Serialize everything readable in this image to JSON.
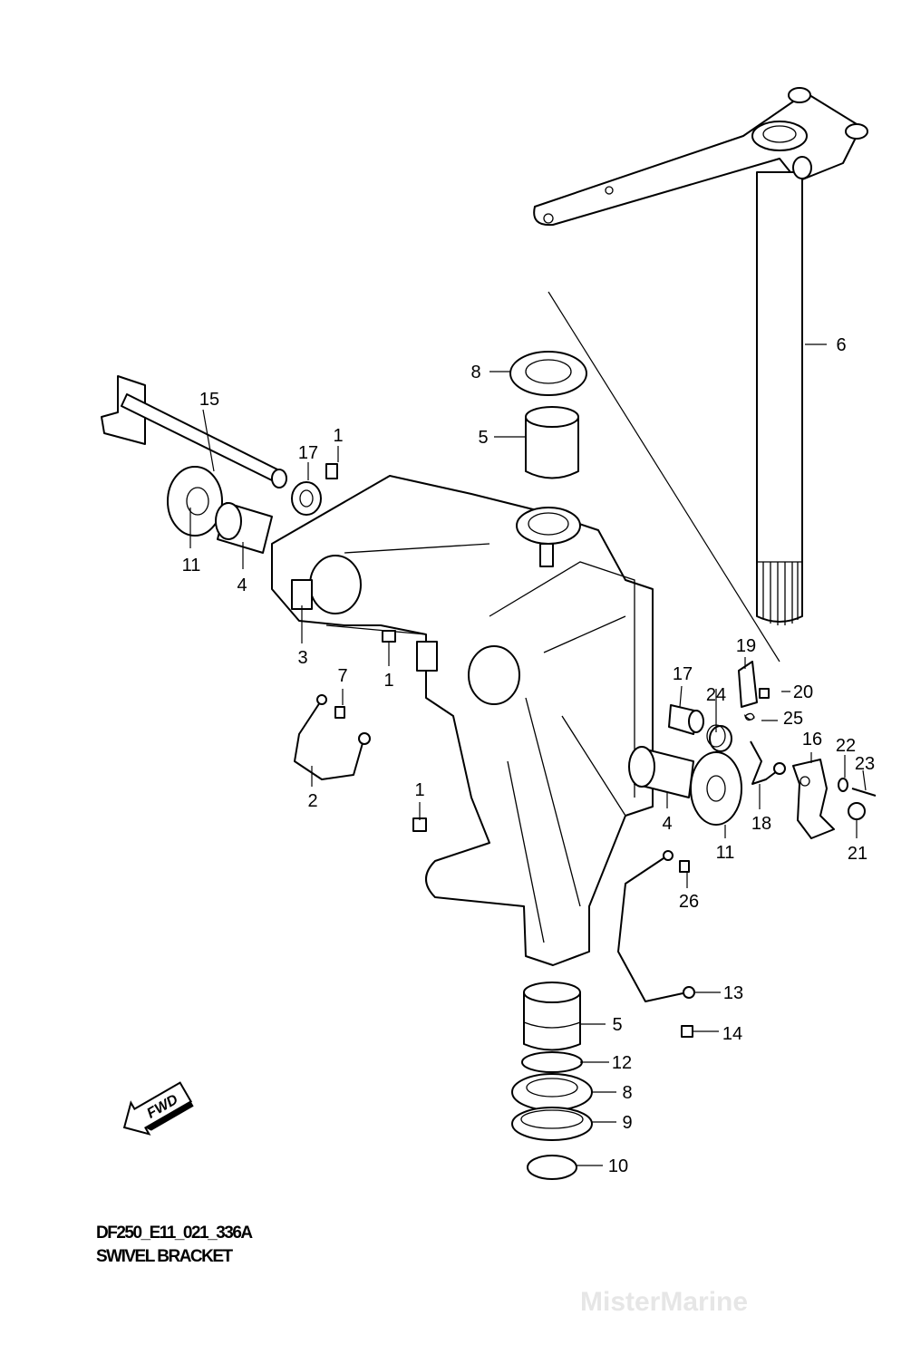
{
  "watermark": "MisterMarine",
  "diagram": {
    "code": "DF250_E11_021_336A",
    "title": "SWIVEL BRACKET",
    "fwd_label": "FWD"
  },
  "callouts": [
    "1",
    "1",
    "1",
    "2",
    "3",
    "4",
    "4",
    "5",
    "5",
    "6",
    "7",
    "8",
    "8",
    "9",
    "10",
    "11",
    "11",
    "12",
    "13",
    "14",
    "15",
    "16",
    "17",
    "17",
    "18",
    "19",
    "20",
    "21",
    "22",
    "23",
    "24",
    "25",
    "26"
  ]
}
